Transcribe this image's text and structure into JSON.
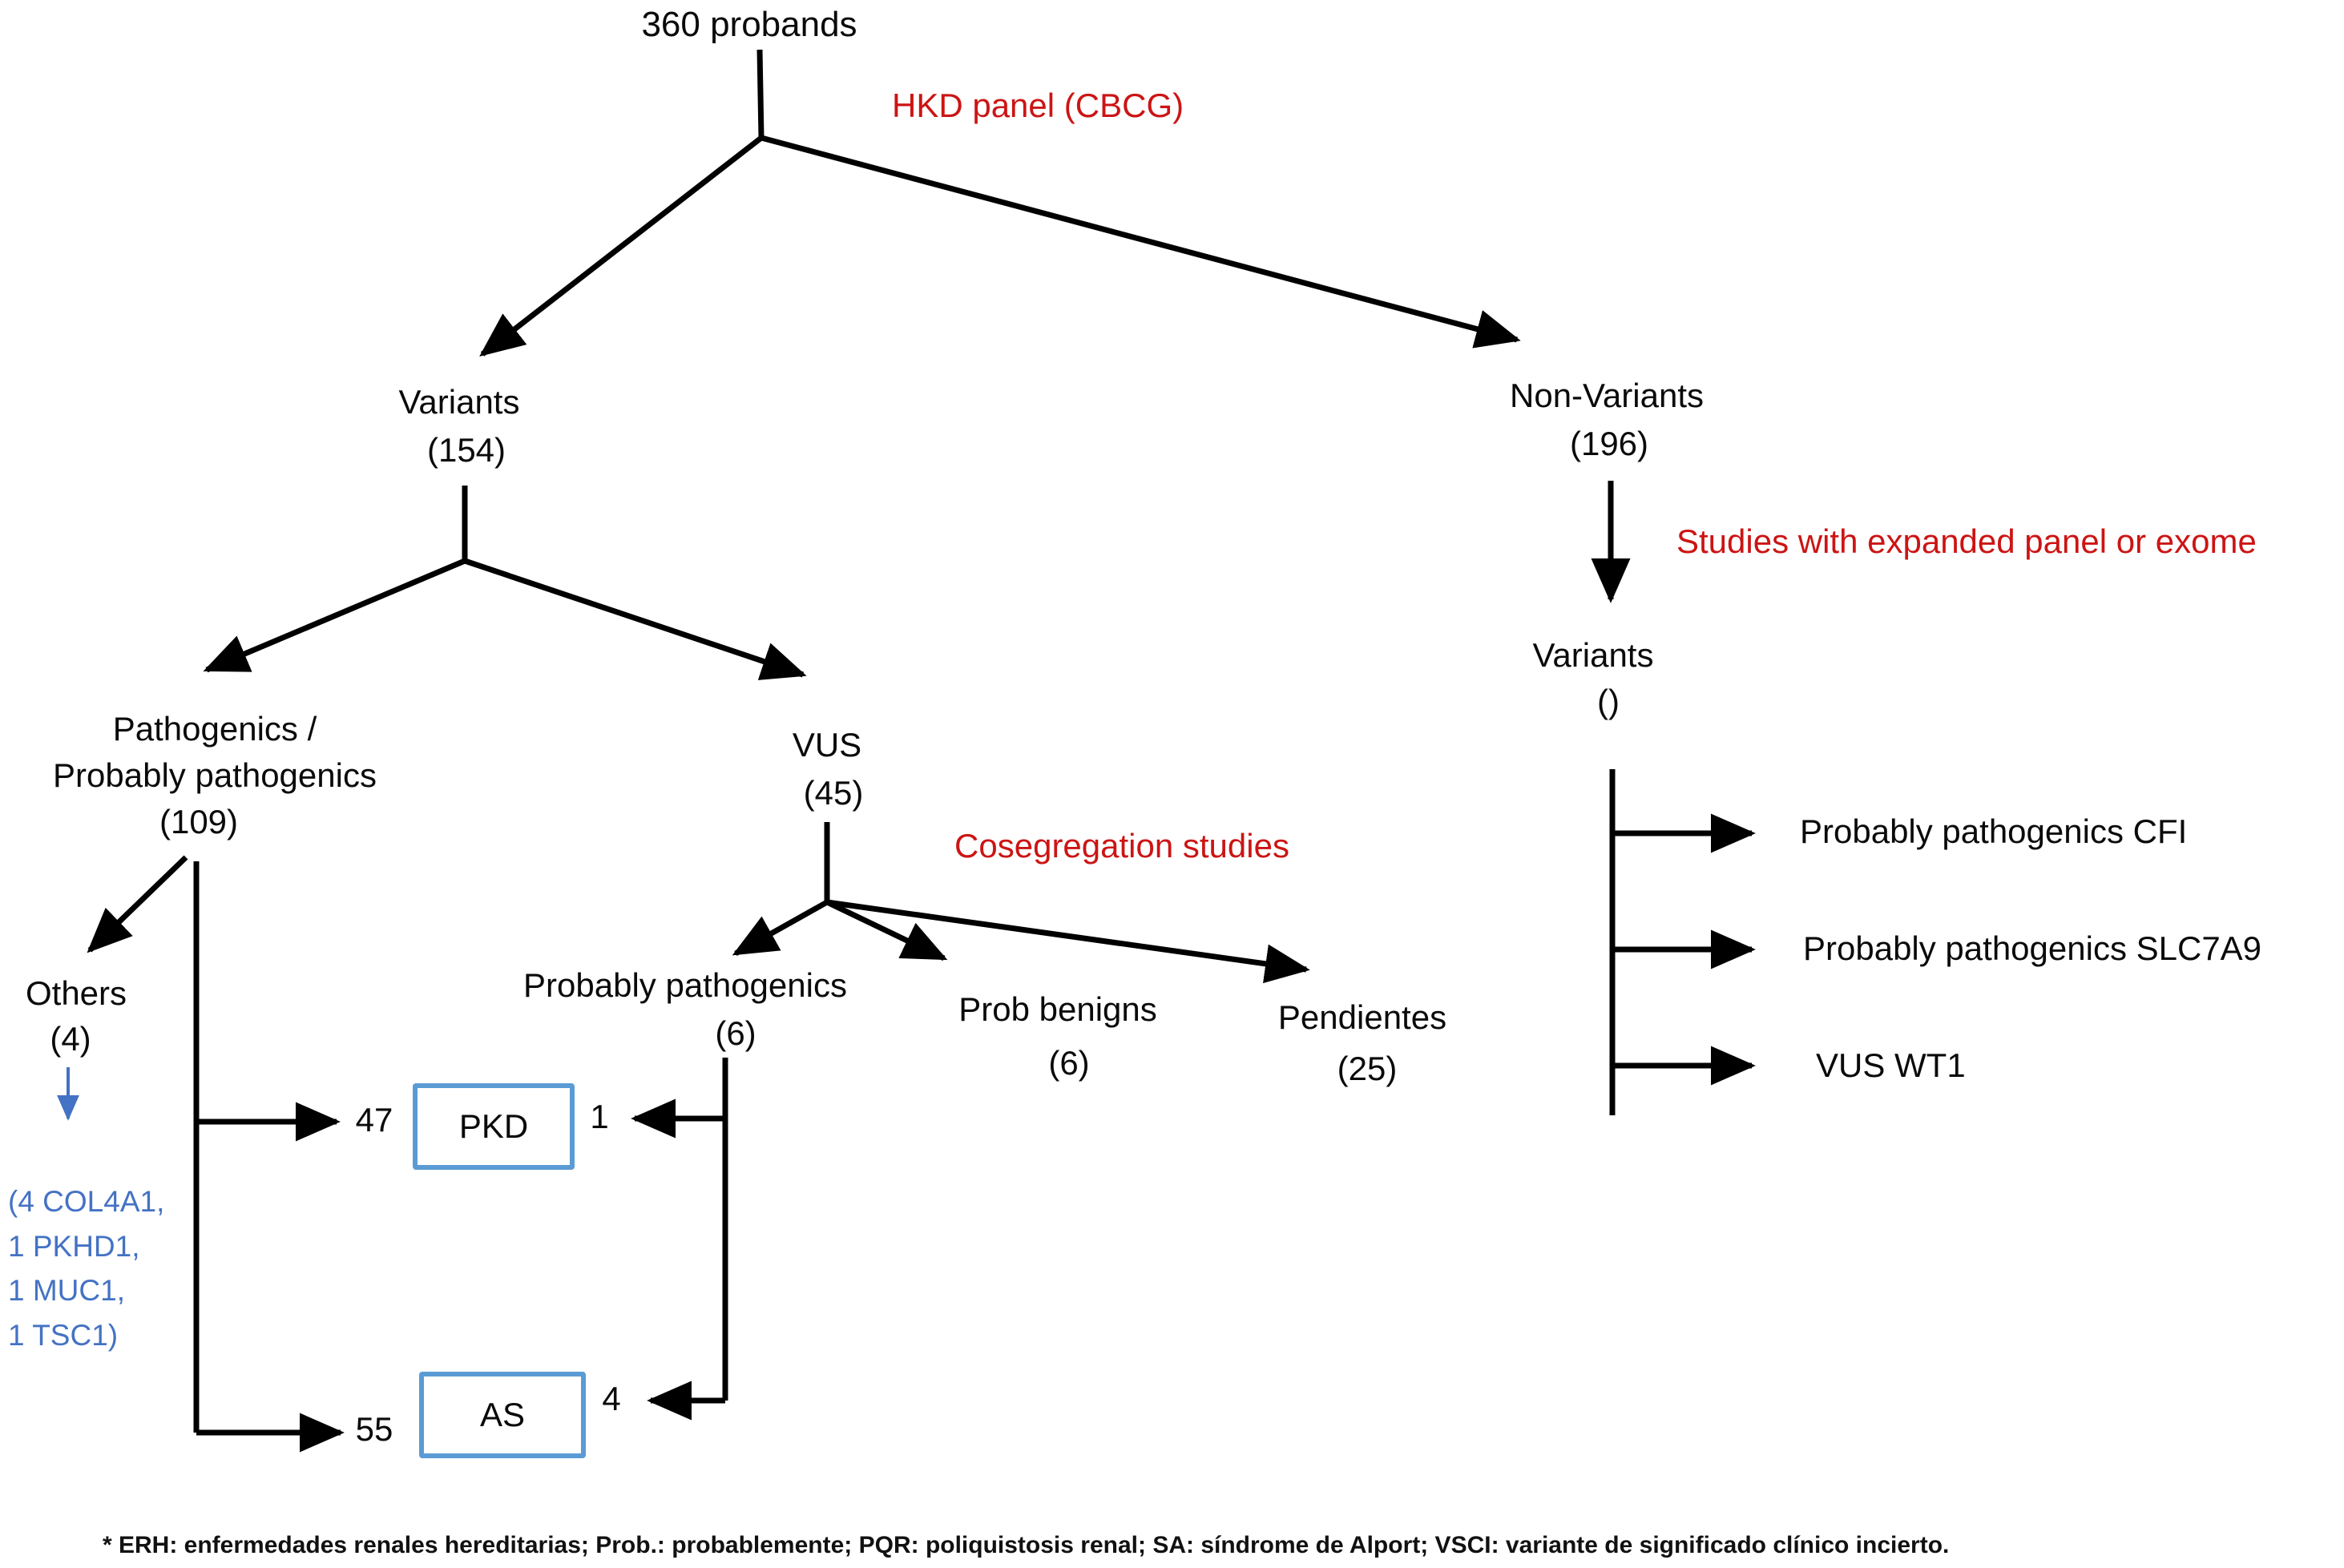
{
  "colors": {
    "line": "#000000",
    "red_annotation": "#cc1414",
    "blue_text": "#4472c4",
    "box_border": "#5b9bd5"
  },
  "diagram": {
    "root": "360 probands",
    "annotation_hkd": "HKD panel (CBCG)",
    "annotation_expanded": "Studies with expanded panel or exome",
    "annotation_cosegregation": "Cosegregation studies",
    "variants": {
      "label": "Variants",
      "count": "(154)"
    },
    "non_variants": {
      "label": "Non-Variants",
      "count": "(196)"
    },
    "pathogenics": {
      "line1": "Pathogenics /",
      "line2": "Probably pathogenics",
      "count": "(109)"
    },
    "vus": {
      "label": "VUS",
      "count": "(45)"
    },
    "prob_pathogenics": {
      "label": "Probably pathogenics",
      "count": "(6)"
    },
    "prob_benigns": {
      "label": "Prob benigns",
      "count": "(6)"
    },
    "pendientes": {
      "label": "Pendientes",
      "count": "(25)"
    },
    "others": {
      "label": "Others",
      "count": "(4)",
      "details": [
        "(4 COL4A1,",
        "1 PKHD1,",
        "1 MUC1,",
        "1 TSC1)"
      ]
    },
    "pkd": {
      "label": "PKD",
      "count_left": "47",
      "count_right": "1"
    },
    "as_box": {
      "label": "AS",
      "count_left": "55",
      "count_right": "4"
    },
    "variants_expanded": {
      "label": "Variants",
      "count": "()"
    },
    "expanded_results": [
      "Probably pathogenics CFI",
      "Probably pathogenics SLC7A9",
      "VUS WT1"
    ],
    "footnote": "* ERH: enfermedades renales hereditarias; Prob.: probablemente; PQR: poliquistosis renal; SA: síndrome de Alport; VSCI: variante de significado clínico incierto."
  }
}
